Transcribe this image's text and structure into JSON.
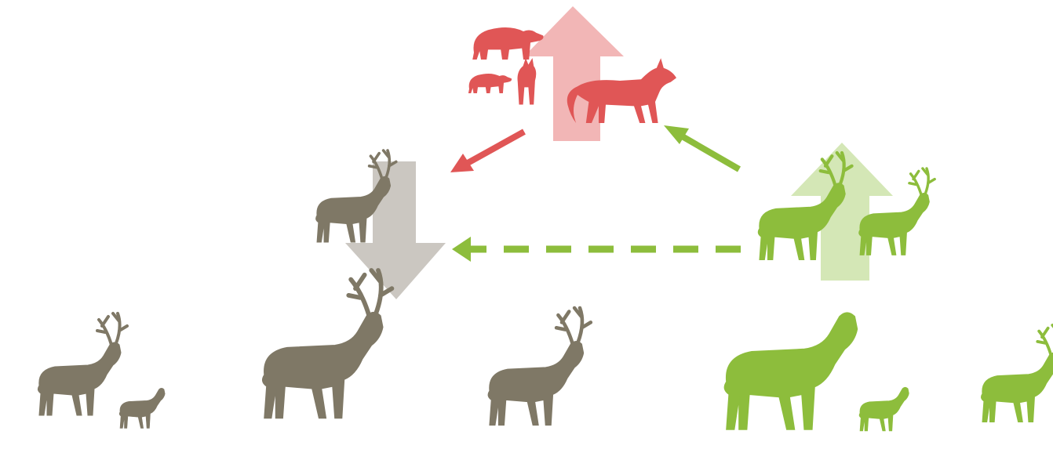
{
  "colors": {
    "caribou": "#7f7866",
    "caribou_arrow": "#cbc7c1",
    "predator": "#e05656",
    "predator_arrow": "#f2b6b6",
    "prey_alt": "#8dbd3c",
    "prey_alt_arrow": "#d4e7b6"
  },
  "icons": {
    "predators": [
      "bear-icon",
      "bear-cub-icon",
      "lynx-icon",
      "wolf-icon"
    ],
    "caribou": [
      "caribou-icon",
      "caribou-calf-icon"
    ],
    "alternate_prey": [
      "moose-icon",
      "moose-calf-icon",
      "deer-icon"
    ]
  },
  "relations": [
    {
      "from": "alternate-prey",
      "to": "predators",
      "style": "solid",
      "color": "prey_alt"
    },
    {
      "from": "predators",
      "to": "caribou",
      "style": "solid",
      "color": "predator"
    },
    {
      "from": "alternate-prey",
      "to": "caribou",
      "style": "dashed",
      "color": "prey_alt"
    }
  ],
  "population_trends": [
    {
      "group": "predators",
      "direction": "up"
    },
    {
      "group": "alternate-prey",
      "direction": "up"
    },
    {
      "group": "caribou",
      "direction": "down"
    }
  ]
}
